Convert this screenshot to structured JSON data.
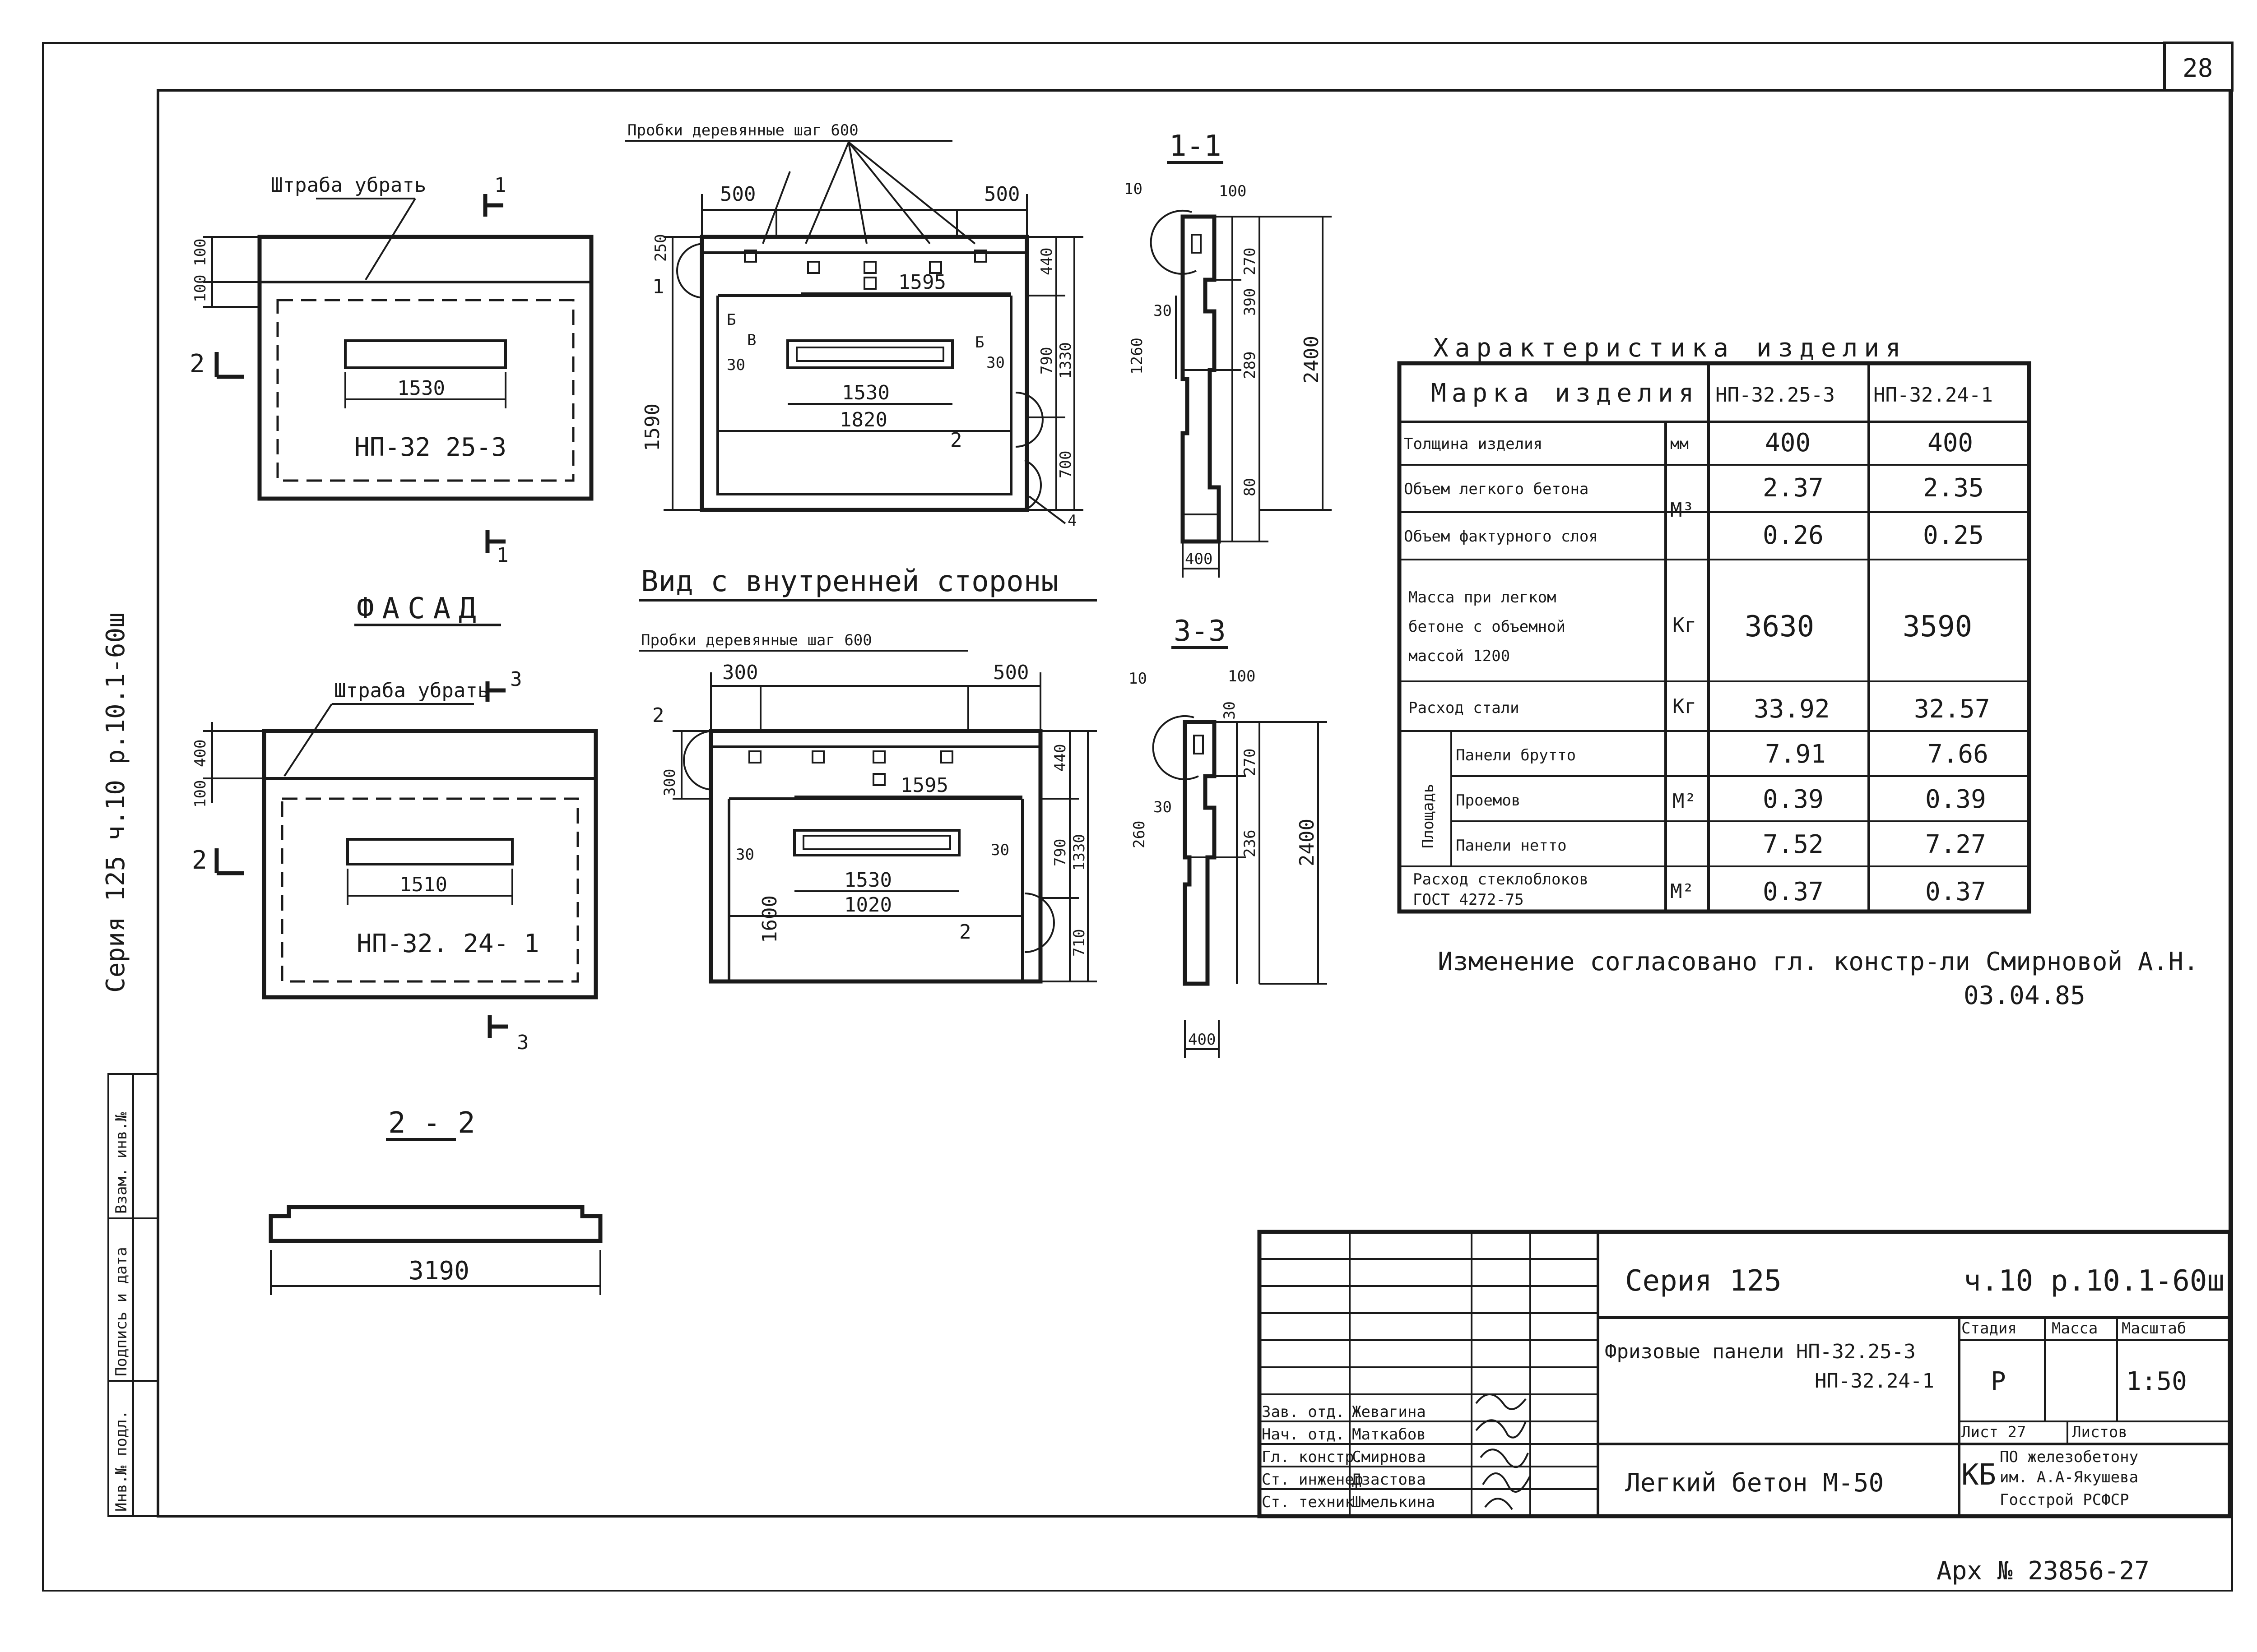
{
  "sheet_number": "28",
  "facade": {
    "title": "ФАСАД",
    "panel1_mark": "НП-32 25-3",
    "panel1_opening": "1530",
    "panel1_note": "Штраба убрать",
    "panel1_dims": [
      "100",
      "100"
    ],
    "panel2_mark": "НП-32. 24- 1",
    "panel2_opening": "1510",
    "panel2_note": "Штраба убрать",
    "panel2_dims": [
      "400",
      "100"
    ],
    "section_marks": [
      "1",
      "1",
      "2",
      "3",
      "3",
      "2"
    ]
  },
  "inner_view": {
    "title": "Вид с внутренней стороны",
    "pegs_top": "Пробки деревянные шаг 600",
    "pegs_bottom": "Пробки деревянные шаг 600",
    "top_dims": [
      "500",
      "500",
      "1595",
      "1530",
      "1820",
      "250",
      "1590",
      "440",
      "790",
      "1330",
      "700",
      "30",
      "30",
      "2",
      "1",
      "Б",
      "В",
      "Б",
      "4"
    ],
    "bottom_dims": [
      "300",
      "500",
      "1595",
      "1530",
      "1020",
      "300",
      "1600",
      "440",
      "790",
      "1330",
      "710",
      "30",
      "30",
      "2",
      "2"
    ]
  },
  "section_1_1": {
    "title": "1-1",
    "dims": [
      "10",
      "100",
      "289",
      "390",
      "270",
      "30",
      "1260",
      "2400",
      "80",
      "400"
    ]
  },
  "section_3_3": {
    "title": "3-3",
    "dims": [
      "10",
      "100",
      "30",
      "270",
      "236",
      "30",
      "260",
      "2400",
      "400"
    ]
  },
  "section_2_2": {
    "title": "2 - 2",
    "length": "3190"
  },
  "table": {
    "title": "Характеристика изделия",
    "header": {
      "col1": "Марка изделия",
      "col2": "НП-32.25-3",
      "col3": "НП-32.24-1"
    },
    "rows": [
      {
        "label": "Толщина изделия",
        "unit": "мм",
        "v1": "400",
        "v2": "400"
      },
      {
        "label": "Объем легкого бетона",
        "unit": "",
        "v1": "2.37",
        "v2": "2.35"
      },
      {
        "label": "Объем фактурного слоя",
        "unit": "",
        "v1": "0.26",
        "v2": "0.25"
      },
      {
        "label_lines": [
          "Масса при легком",
          "бетоне с объемной",
          "массой 1200"
        ],
        "unit": "Кг",
        "v1": "3630",
        "v2": "3590"
      },
      {
        "label": "Расход стали",
        "unit": "Кг",
        "v1": "33.92",
        "v2": "32.57"
      },
      {
        "label": "Панели брутто",
        "unit": "",
        "v1": "7.91",
        "v2": "7.66"
      },
      {
        "label": "Проемов",
        "unit": "",
        "v1": "0.39",
        "v2": "0.39"
      },
      {
        "label": "Панели нетто",
        "unit": "",
        "v1": "7.52",
        "v2": "7.27"
      },
      {
        "label_lines": [
          "Расход стеклоблоков",
          "ГОСТ 4272-75"
        ],
        "unit": "М²",
        "v1": "0.37",
        "v2": "0.37"
      }
    ],
    "unit_m3": "М³",
    "unit_m2": "М²",
    "area_group_label": "Площадь"
  },
  "note": {
    "text": "Изменение согласовано гл. констр-ли Смирновой А.Н.",
    "date": "03.04.85"
  },
  "stamp": {
    "series": "Серия 125",
    "code": "ч.10  р.10.1-60ш",
    "title_line1": "Фризовые панели НП-32.25-3",
    "title_line2": "НП-32.24-1",
    "material": "Легкий бетон М-50",
    "stage_header": "Стадия",
    "mass_header": "Масса",
    "scale_header": "Масштаб",
    "stage": "Р",
    "scale": "1:50",
    "sheet_label": "Лист 27",
    "sheets_label": "Листов",
    "org_lines": [
      "ПО железобетону",
      "им. А.А-Якушева",
      "Госстрой РСФСР"
    ],
    "org_mark": "КБ",
    "signers": [
      {
        "role": "Зав. отд.",
        "name": "Жевагина"
      },
      {
        "role": "Нач. отд.",
        "name": "Маткабов"
      },
      {
        "role": "Гл. констр.",
        "name": "Смирнова"
      },
      {
        "role": "Ст. инженер",
        "name": "Дзастова"
      },
      {
        "role": "Ст. техник",
        "name": "Шмелькина"
      }
    ]
  },
  "side_text": "Серия 125 ч.10 р.10.1-60ш",
  "side_stamp_cols": [
    "Инв.№ подл.",
    "Подпись и дата",
    "Взам. инв.№"
  ],
  "archive": "Арх № 23856-27"
}
